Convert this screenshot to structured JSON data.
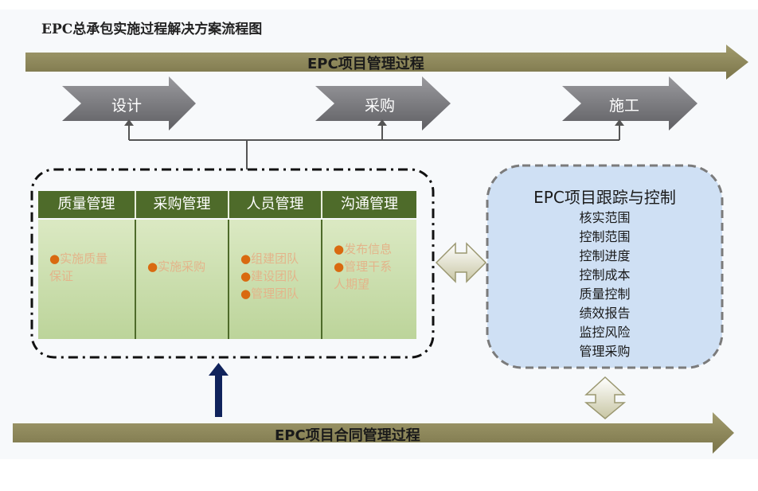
{
  "title": "EPC总承包实施过程解决方案流程图",
  "tracks": {
    "top": "EPC项目管理过程",
    "bottom": "EPC项目合同管理过程"
  },
  "phases": [
    "设计",
    "采购",
    "施工"
  ],
  "columns": [
    {
      "header": "质量管理",
      "bullets": [
        "实施质量\n保证"
      ]
    },
    {
      "header": "采购管理",
      "bullets": [
        "实施采购"
      ]
    },
    {
      "header": "人员管理",
      "bullets": [
        "组建团队",
        "建设团队",
        "管理团队"
      ]
    },
    {
      "header": "沟通管理",
      "bullets": [
        "发布信息",
        "管理干系\n人期望"
      ]
    }
  ],
  "control": {
    "title": "EPC项目跟踪与控制",
    "items": [
      "核实范围",
      "控制范围",
      "控制进度",
      "控制成本",
      "质量控制",
      "绩效报告",
      "监控风险",
      "管理采购"
    ]
  },
  "colors": {
    "track": "#8a8456",
    "phase": "#77777a",
    "header": "#4e6b2a",
    "body": "#c8dba8",
    "control_bg": "#cfe0f4",
    "bullet_dot": "#d96a10",
    "navy_arrow": "#10235c"
  }
}
